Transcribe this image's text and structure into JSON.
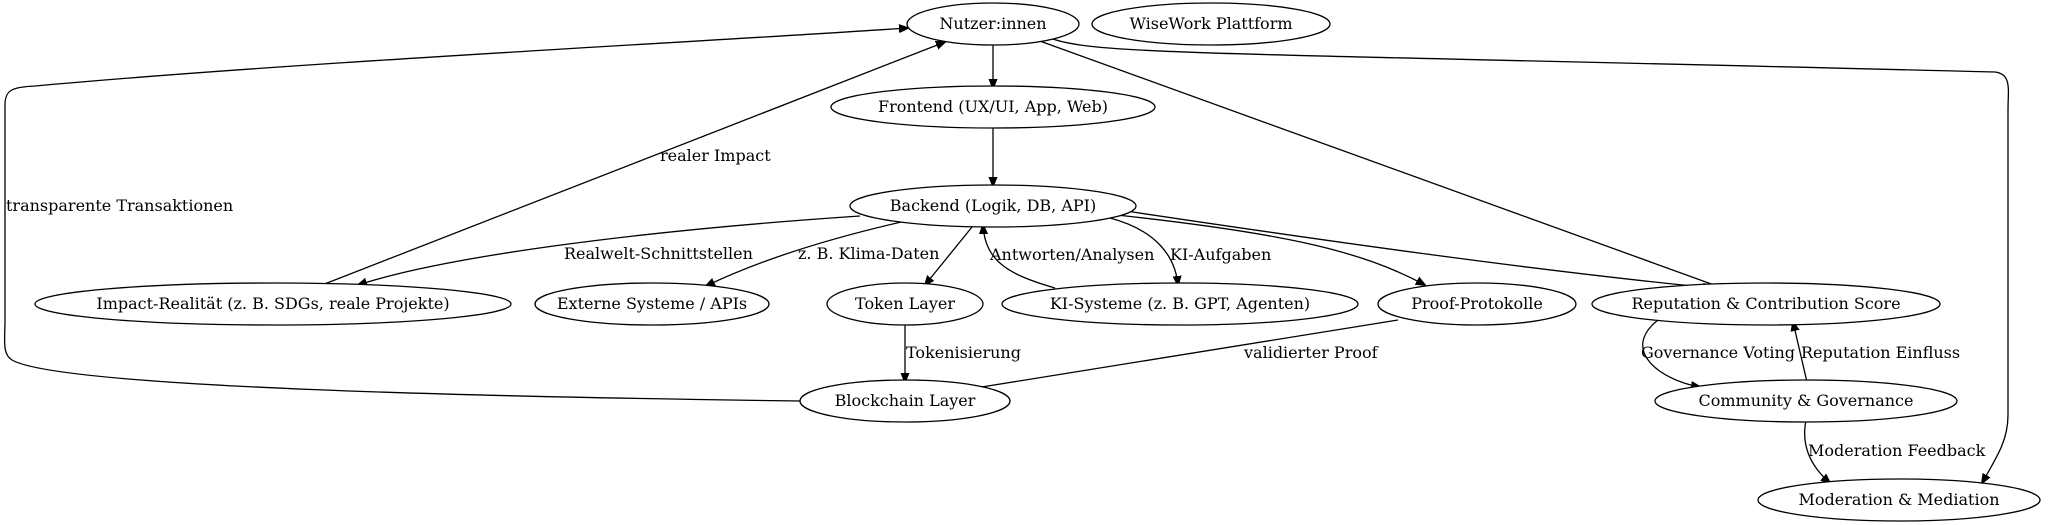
{
  "nodes": {
    "users": "Nutzer:innen",
    "platform": "WiseWork Plattform",
    "frontend": "Frontend (UX/UI, App, Web)",
    "backend": "Backend (Logik, DB, API)",
    "impact": "Impact-Realität (z. B. SDGs, reale Projekte)",
    "external": "Externe Systeme / APIs",
    "token": "Token Layer",
    "ai": "KI-Systeme (z. B. GPT, Agenten)",
    "proof": "Proof-Protokolle",
    "reputation": "Reputation & Contribution Score",
    "blockchain": "Blockchain Layer",
    "community": "Community & Governance",
    "moderation": "Moderation & Mediation"
  },
  "edge_labels": {
    "transparent": "transparente Transaktionen",
    "real_impact": "realer Impact",
    "real_world": "Realwelt-Schnittstellen",
    "climate": "z. B. Klima-Daten",
    "answers": "Antworten/Analysen",
    "ai_tasks": "KI-Aufgaben",
    "tokenization": "Tokenisierung",
    "validated_proof": "validierter Proof",
    "gov_voting": "Governance Voting",
    "rep_influence": "Reputation Einfluss",
    "mod_feedback": "Moderation Feedback"
  }
}
